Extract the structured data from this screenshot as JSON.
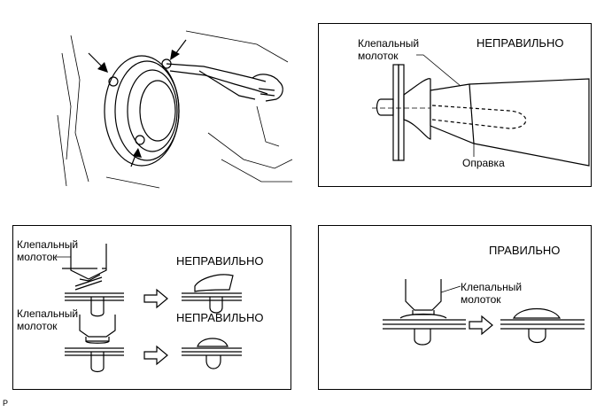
{
  "top_right": {
    "tool_label_line1": "Клепальный",
    "tool_label_line2": "молоток",
    "status": "НЕПРАВИЛЬНО",
    "mandrel_label": "Оправка"
  },
  "bottom_left": {
    "tool_label_1_line1": "Клепальный",
    "tool_label_1_line2": "молоток",
    "status_1": "НЕПРАВИЛЬНО",
    "tool_label_2_line1": "Клепальный",
    "tool_label_2_line2": "молоток",
    "status_2": "НЕПРАВИЛЬНО"
  },
  "bottom_right": {
    "status": "ПРАВИЛЬНО",
    "tool_label_line1": "Клепальный",
    "tool_label_line2": "молоток"
  },
  "footer": {
    "mark": "P"
  }
}
